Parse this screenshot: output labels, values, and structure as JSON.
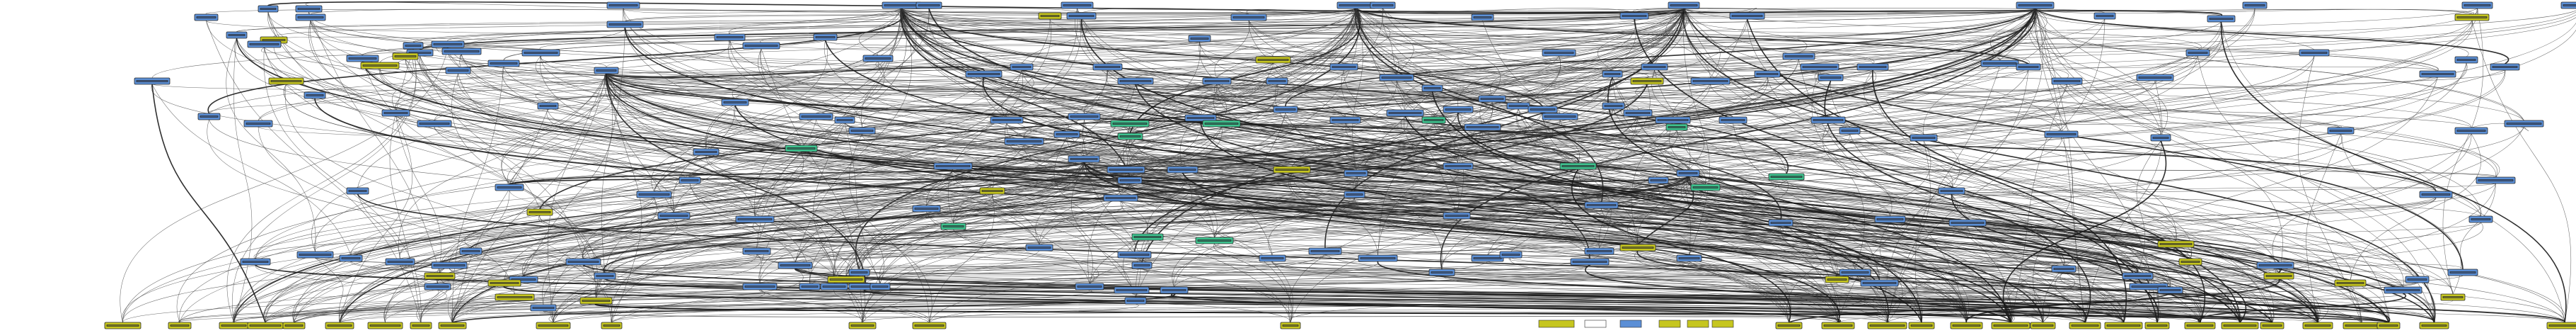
{
  "diagram": {
    "title": "",
    "colors": {
      "module": "#5b8fd6",
      "external": "#c6c61f",
      "test": "#3ec38f",
      "legend_text": "#2a6fd1",
      "edge": "#3a3a3a",
      "background": "#ffffff"
    },
    "legend": [
      {
        "label": "",
        "kind": "external"
      },
      {
        "label": "",
        "kind": "module"
      },
      {
        "label": "",
        "kind": "module"
      },
      {
        "label": "",
        "kind": "external"
      },
      {
        "label": "",
        "kind": "external"
      },
      {
        "label": "",
        "kind": "external"
      }
    ],
    "node_kinds": [
      "module",
      "external",
      "test"
    ],
    "note": ""
  }
}
